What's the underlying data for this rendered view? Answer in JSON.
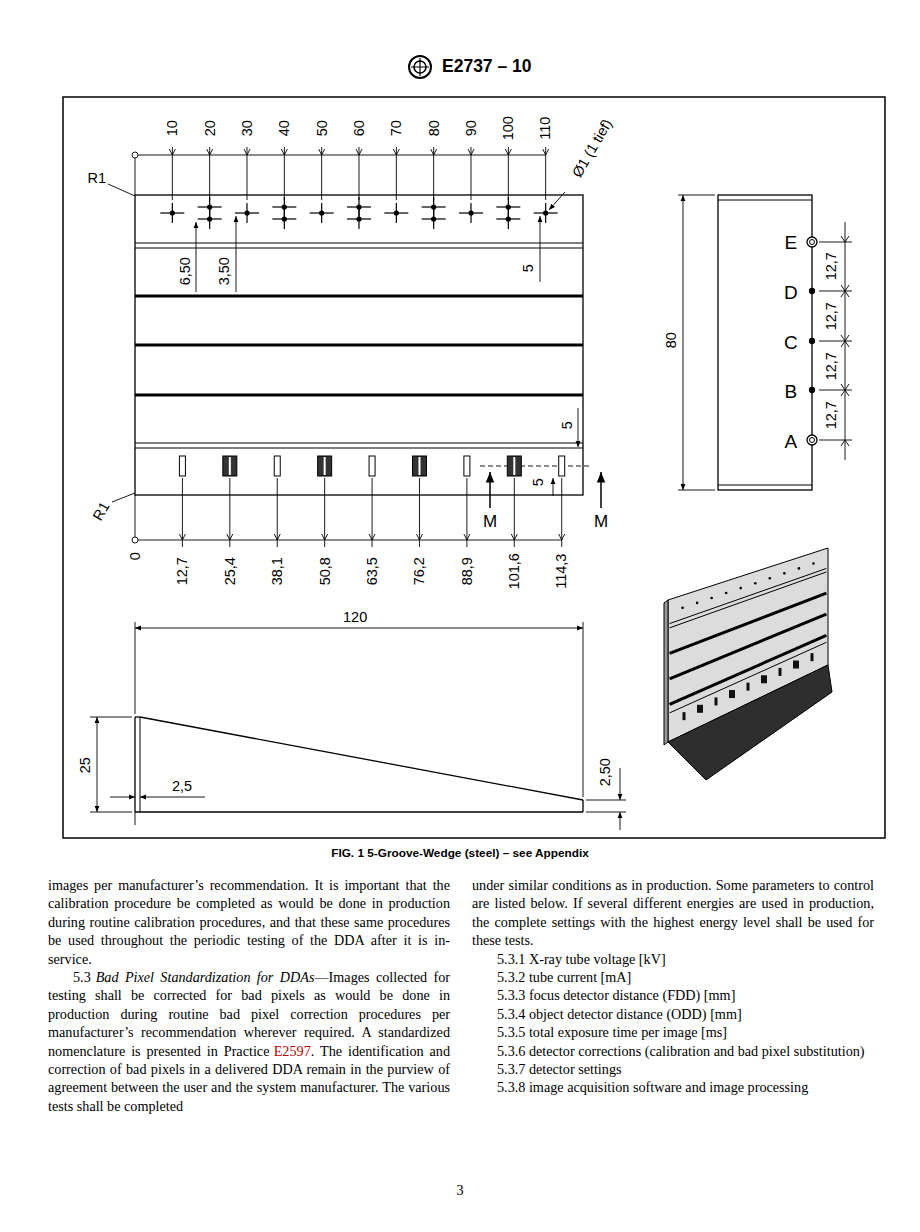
{
  "diagram": {
    "caption": "FIG. 1 5-Groove-Wedge (steel) – see Appendix",
    "labels": [
      "E2737 – 10",
      "10",
      "20",
      "30",
      "40",
      "50",
      "60",
      "70",
      "80",
      "90",
      "100",
      "110",
      "R1",
      "Ø1 (1 tief)",
      "6,50",
      "3,50",
      "5",
      "5",
      "5",
      "0",
      "12,7",
      "25,4",
      "38,1",
      "50,8",
      "63,5",
      "76,2",
      "88,9",
      "101,6",
      "114,3",
      "M",
      "M",
      "R1",
      "120",
      "25",
      "2,5",
      "2,50",
      "80",
      "E",
      "D",
      "C",
      "B",
      "A",
      "12,7",
      "12,7",
      "12,7",
      "12,7",
      "images per manufacturer’s recommendation. It is important that the calibration procedure be completed as would be done in production during routine calibration procedures, and that these same procedures be used throughout the periodic testing of the DDA after it is in-service.",
      "5.3",
      "Bad Pixel Standardization for DDAs",
      "—Images collected for testing shall be corrected for bad pixels as would be done in production during routine bad pixel correction procedures per manufacturer’s recommendation wherever required. A standardized nomenclature is presented in Practice",
      "E2597",
      ". The identification and correction of bad pixels in a delivered DDA remain in the purview of agreement between the user and the system manufacturer. The various tests shall be completed",
      "under similar conditions as in production. Some parameters to control are listed below. If several different energies are used in production, the complete settings with the highest energy level shall be used for these tests.",
      "5.3.1 X-ray tube voltage [kV]",
      "5.3.2 tube current [mA]",
      "5.3.3 focus detector distance (FDD) [mm]",
      "5.3.4 object detector distance (ODD) [mm]",
      "5.3.5 total exposure time per image [ms]",
      "5.3.6 detector corrections (calibration and bad pixel substitution)",
      "5.3.7 detector settings",
      "5.3.8 image acquisition software and image processing",
      "3"
    ]
  }
}
